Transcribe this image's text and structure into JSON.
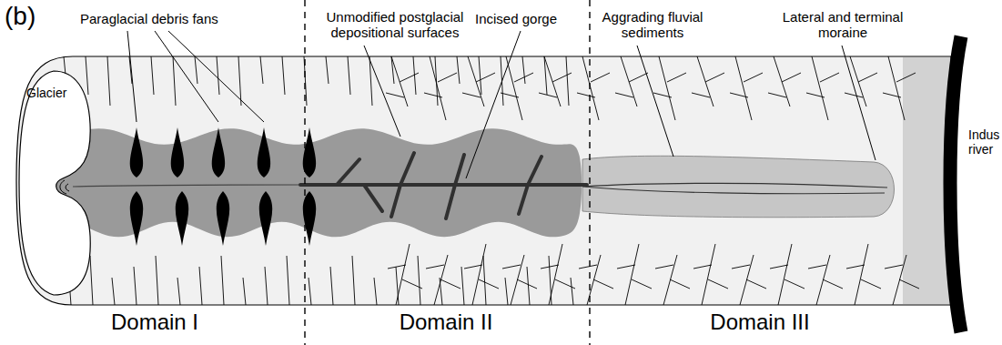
{
  "diagram": {
    "nodes": [
      {
        "text": [
          "Glacier"
        ]
      }
    ],
    "labels": [
      "(b)",
      "Paraglacial debris fans",
      "Unmodified postglacial depositional surfaces",
      "Incised gorge",
      "Aggrading fluvial sediments",
      "Lateral and terminal moraine",
      "Indus river",
      "Domain I",
      "Domain II",
      "Domain III"
    ]
  }
}
